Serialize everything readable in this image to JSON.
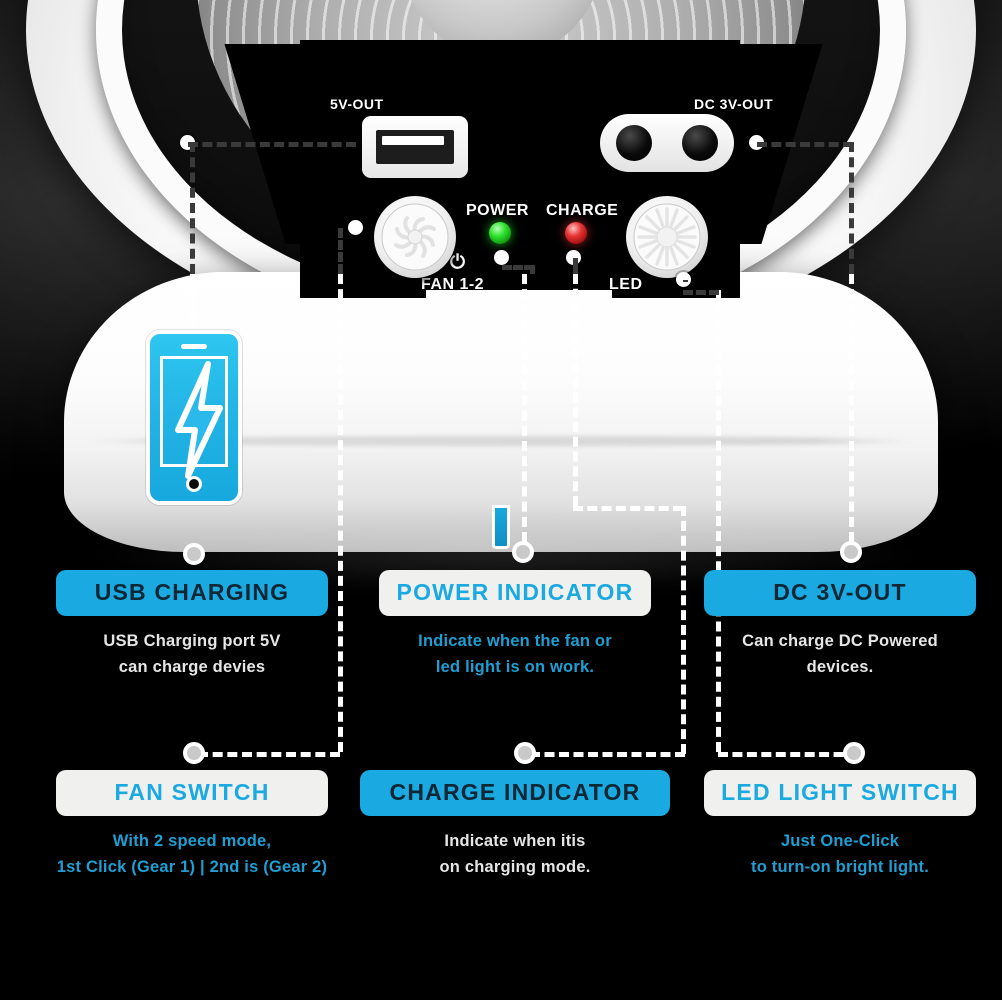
{
  "theme": {
    "background": "#000000",
    "accent_cyan": "#1AA9E0",
    "pill_light": "#F0F0EE",
    "pill_dark_text": "#0D2735",
    "caption_white": "#E6E6E6",
    "caption_cyan": "#1E9FD4",
    "led_power_green": "#2EE32E",
    "led_charge_red": "#E83434"
  },
  "device": {
    "panel_labels": {
      "usb_out": "5V-OUT",
      "dc_out": "DC 3V-OUT",
      "power": "POWER",
      "charge": "CHARGE",
      "fan_knob": "FAN 1-2",
      "led_knob": "LED",
      "power_symbol": "⏻"
    },
    "icons": {
      "phone": "phone-charging-icon",
      "bolt": "lightning-bolt-icon",
      "usb": "usb-port-icon",
      "dc": "dc-barrel-port-icon",
      "fan": "fan-knob-icon",
      "led": "led-knob-icon"
    }
  },
  "features": [
    {
      "id": "usb-charging",
      "title": "USB CHARGING",
      "style": "cyan",
      "caption_style": "white",
      "caption": [
        "USB Charging port 5V",
        "can charge devies"
      ]
    },
    {
      "id": "power-indicator",
      "title": "POWER INDICATOR",
      "style": "light",
      "caption_style": "cyan",
      "caption": [
        "Indicate when the fan or",
        "led light is on work."
      ]
    },
    {
      "id": "dc-3v-out",
      "title": "DC 3V-OUT",
      "style": "cyan",
      "caption_style": "white",
      "caption": [
        "Can charge DC Powered",
        "devices."
      ]
    },
    {
      "id": "fan-switch",
      "title": "FAN SWITCH",
      "style": "light",
      "caption_style": "cyan",
      "caption": [
        "With 2 speed mode,",
        "1st Click (Gear 1) | 2nd is (Gear 2)"
      ]
    },
    {
      "id": "charge-indicator",
      "title": "CHARGE INDICATOR",
      "style": "cyan",
      "caption_style": "white",
      "caption": [
        "Indicate when itis",
        "on charging mode."
      ]
    },
    {
      "id": "led-light-switch",
      "title": "LED LIGHT SWITCH",
      "style": "light",
      "caption_style": "cyan",
      "caption": [
        "Just One-Click",
        "to turn-on bright light."
      ]
    }
  ]
}
